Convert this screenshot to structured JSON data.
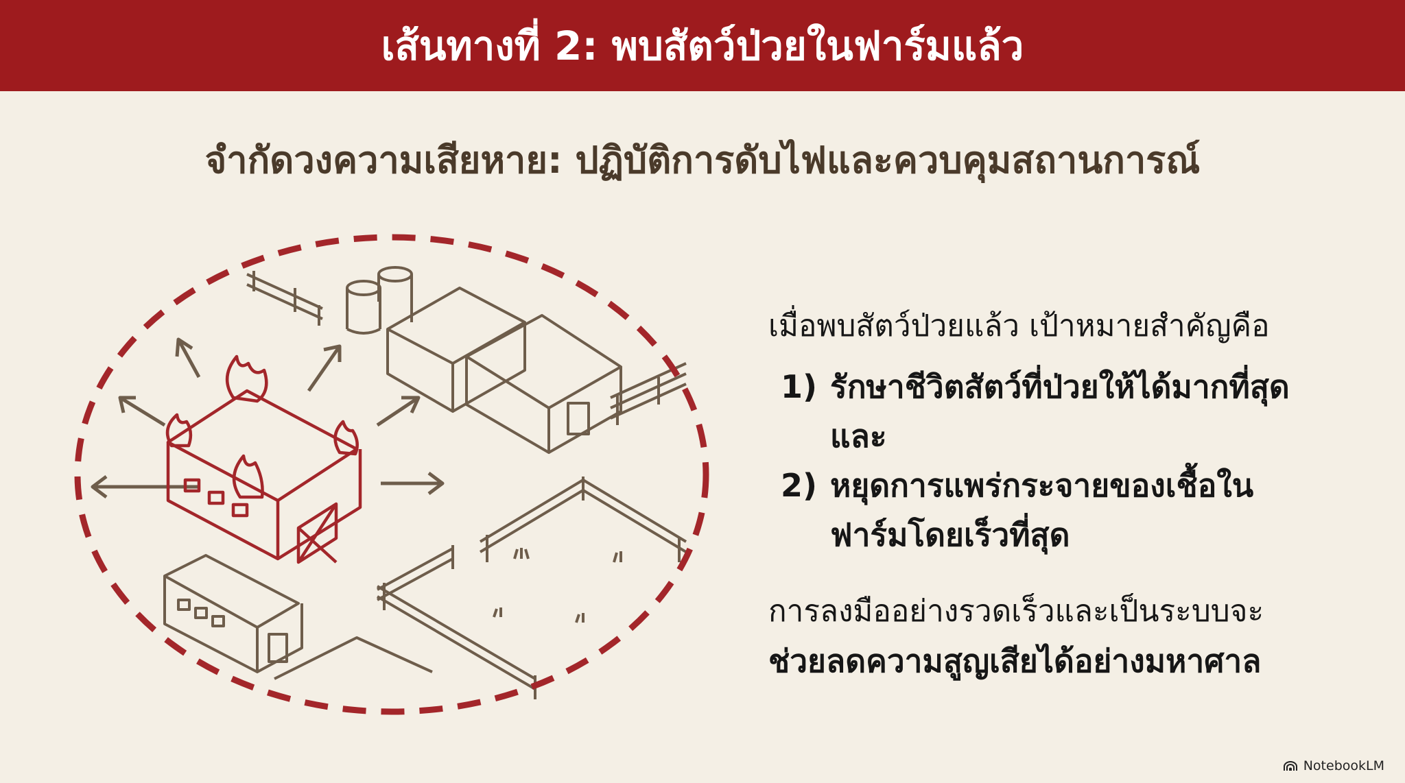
{
  "header": {
    "title": "เส้นทางที่ 2: พบสัตว์ป่วยในฟาร์มแล้ว"
  },
  "subtitle": "จำกัดวงความเสียหาย: ปฏิบัติการดับไฟและควบคุมสถานการณ์",
  "content": {
    "intro": "เมื่อพบสัตว์ป่วยแล้ว เป้าหมายสำคัญคือ",
    "items": [
      {
        "num": "1)",
        "text": "รักษาชีวิตสัตว์ที่ป่วยให้ได้มากที่สุด และ"
      },
      {
        "num": "2)",
        "text": "หยุดการแพร่กระจายของเชื้อในฟาร์มโดยเร็วที่สุด"
      }
    ],
    "closing_line1": "การลงมืออย่างรวดเร็วและเป็นระบบจะ",
    "closing_line2": "ช่วยลดความสูญเสียได้อย่างมหาศาล"
  },
  "brand": {
    "label": "NotebookLM",
    "icon": "notebooklm-logo-icon"
  },
  "colors": {
    "header": "#9e1b1e",
    "background": "#f4efe5",
    "accent_red": "#a3262a",
    "line_brown": "#6e5d4b"
  }
}
